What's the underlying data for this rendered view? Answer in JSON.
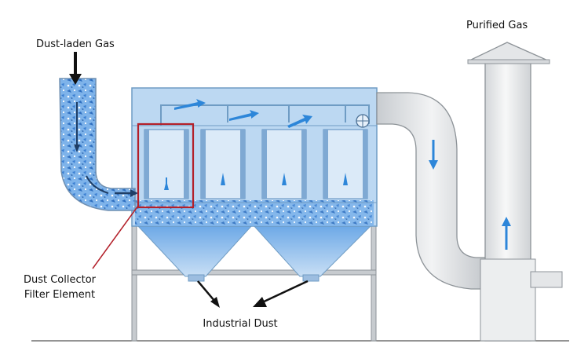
{
  "labels": {
    "inlet": "Dust-laden Gas",
    "outlet": "Purified Gas",
    "filter_line1": "Dust Collector",
    "filter_line2": "Filter Element",
    "dust": "Industrial Dust"
  },
  "colors": {
    "housing_fill": "#bcd8f2",
    "housing_stroke": "#6f9cc4",
    "dust_blue": "#3f86d8",
    "duct_gray": "#d9dcdf",
    "duct_stroke": "#8d9398",
    "highlight_box": "#b3202a",
    "pointer_line": "#b3202a",
    "arrow_blue": "#2d86d9",
    "label_arrow": "#111111"
  },
  "icons": {
    "fan": "fan-icon",
    "flow_arrows": "arrow-icon"
  }
}
